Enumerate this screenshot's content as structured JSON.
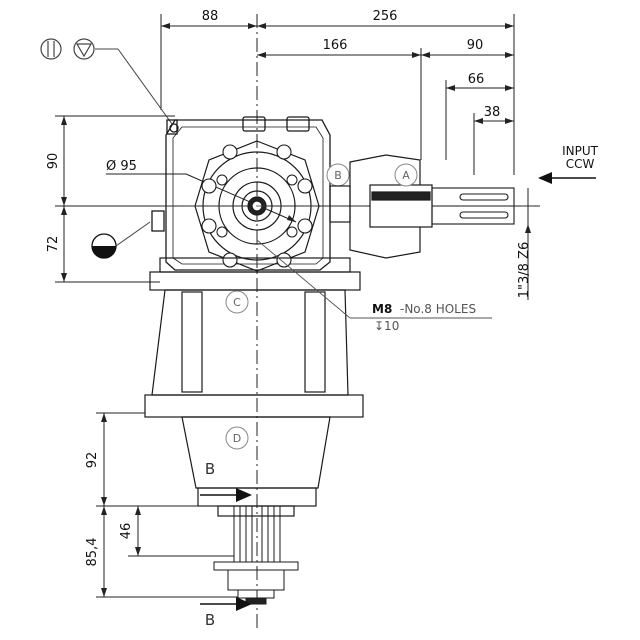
{
  "dimensions": {
    "top_88": "88",
    "top_256": "256",
    "top_166": "166",
    "top_90": "90",
    "right_66": "66",
    "right_38": "38",
    "left_90": "90",
    "left_72": "72",
    "bore_dia": "Ø 95",
    "spline_in": "1\"3/8 Z6",
    "lower_92": "92",
    "lower_46": "46",
    "lower_85_4": "85,4"
  },
  "notes": {
    "input_line1": "INPUT",
    "input_line2": "CCW",
    "holes_label": "M8",
    "holes_spec": "-No.8 HOLES",
    "holes_depth": "↧10"
  },
  "markers": {
    "A": "A",
    "B": "B",
    "C": "C",
    "D": "D",
    "section_upper": "B",
    "section_lower": "B"
  },
  "colors": {
    "line": "#1a1a1a",
    "dim_line": "#222222",
    "leader_grey": "#777777",
    "ink": "#111111"
  },
  "icons": [
    "parallel-lines-symbol-icon",
    "cone-triangle-symbol-icon",
    "oil-level-icon"
  ]
}
